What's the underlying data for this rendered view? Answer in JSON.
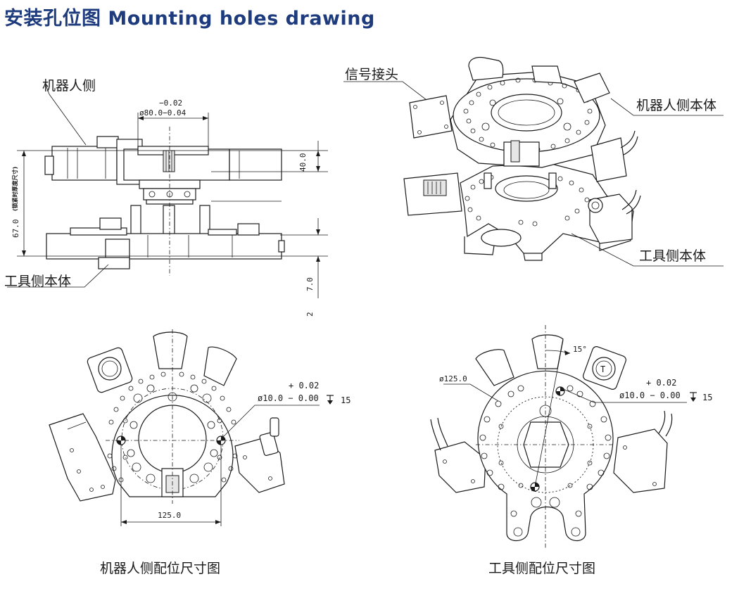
{
  "title": "安装孔位图 Mounting holes drawing",
  "side_view": {
    "robot_side_label": "机器人侧",
    "tool_body_label": "工具侧本体",
    "dim_upper_tol": "−0.02",
    "dim_diameter": "ø80.0−0.04",
    "dim_40": "40.0",
    "dim_67": "67.0",
    "dim_note": "(锁紧时厚度尺寸)",
    "dim_7": "7.0",
    "dim_2": "2"
  },
  "iso_view": {
    "signal_label": "信号接头",
    "robot_body_label": "机器人侧本体",
    "tool_body_label": "工具侧本体"
  },
  "robot_plan": {
    "tol_plus": "+ 0.02",
    "hole_diameter": "ø10.0 − 0.00",
    "depth": "15",
    "width": "125.0",
    "caption": "机器人侧配位尺寸图"
  },
  "tool_plan": {
    "pcd": "ø125.0",
    "angle": "15°",
    "tol_plus": "+ 0.02",
    "hole_diameter": "ø10.0 − 0.00",
    "depth": "15",
    "connector_letter": "T",
    "caption": "工具侧配位尺寸图"
  },
  "colors": {
    "title": "#1e3c7d",
    "line": "#1a1a1a"
  }
}
